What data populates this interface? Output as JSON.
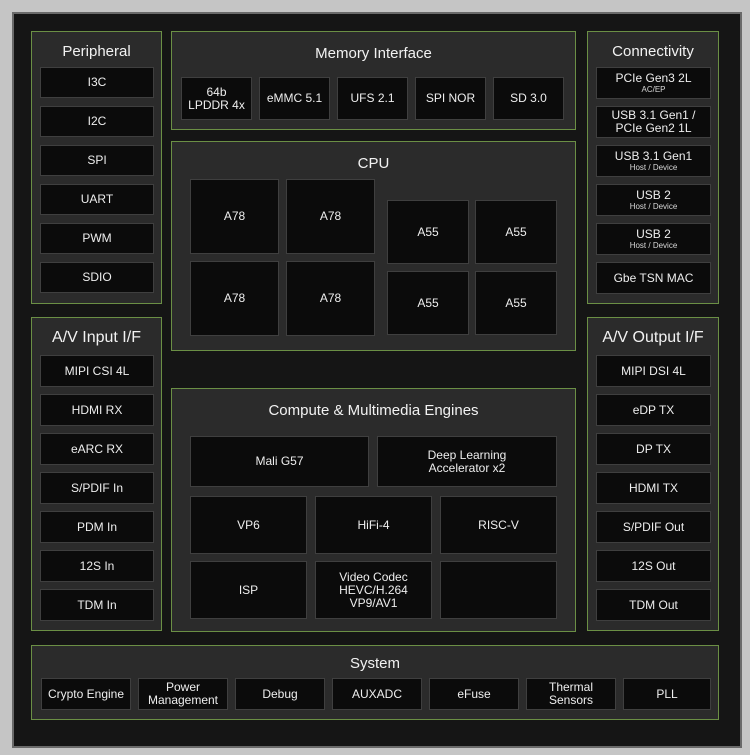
{
  "peripheral": {
    "title": "Peripheral",
    "items": [
      "I3C",
      "I2C",
      "SPI",
      "UART",
      "PWM",
      "SDIO"
    ]
  },
  "memory": {
    "title": "Memory Interface",
    "items": [
      {
        "line1": "64b",
        "line2": "LPDDR 4x"
      },
      {
        "line1": "eMMC 5.1",
        "line2": ""
      },
      {
        "line1": "UFS 2.1",
        "line2": ""
      },
      {
        "line1": "SPI NOR",
        "line2": ""
      },
      {
        "line1": "SD 3.0",
        "line2": ""
      }
    ]
  },
  "connectivity": {
    "title": "Connectivity",
    "items": [
      {
        "main": "PCIe Gen3 2L",
        "sub": "AC/EP"
      },
      {
        "main": "USB 3.1 Gen1 /",
        "main2": "PCIe Gen2 1L"
      },
      {
        "main": "USB 3.1 Gen1",
        "sub": "Host / Device"
      },
      {
        "main": "USB 2",
        "sub": "Host / Device"
      },
      {
        "main": "USB 2",
        "sub": "Host / Device"
      },
      {
        "main": "Gbe TSN MAC"
      }
    ]
  },
  "cpu": {
    "title": "CPU",
    "big": [
      "A78",
      "A78",
      "A78",
      "A78"
    ],
    "little": [
      "A55",
      "A55",
      "A55",
      "A55"
    ]
  },
  "av_input": {
    "title": "A/V Input I/F",
    "items": [
      "MIPI CSI 4L",
      "HDMI RX",
      "eARC RX",
      "S/PDIF In",
      "PDM In",
      "12S In",
      "TDM In"
    ]
  },
  "av_output": {
    "title": "A/V Output I/F",
    "items": [
      "MIPI DSI 4L",
      "eDP TX",
      "DP TX",
      "HDMI TX",
      "S/PDIF Out",
      "12S Out",
      "TDM Out"
    ]
  },
  "compute": {
    "title": "Compute & Multimedia Engines",
    "mali": "Mali G57",
    "dla_line1": "Deep Learning",
    "dla_line2": "Accelerator x2",
    "vp6": "VP6",
    "hifi": "HiFi-4",
    "riscv": "RISC-V",
    "isp": "ISP",
    "codec_line1": "Video Codec",
    "codec_line2": "HEVC/H.264",
    "codec_line3": "VP9/AV1"
  },
  "system": {
    "title": "System",
    "items": [
      {
        "line1": "Crypto Engine"
      },
      {
        "line1": "Power",
        "line2": "Management"
      },
      {
        "line1": "Debug"
      },
      {
        "line1": "AUXADC"
      },
      {
        "line1": "eFuse"
      },
      {
        "line1": "Thermal",
        "line2": "Sensors"
      },
      {
        "line1": "PLL"
      }
    ]
  },
  "colors": {
    "group_border": "#6b8f45",
    "group_fill": "#2b2b2b",
    "block_fill": "#0b0b0b",
    "board_fill": "#151515"
  }
}
